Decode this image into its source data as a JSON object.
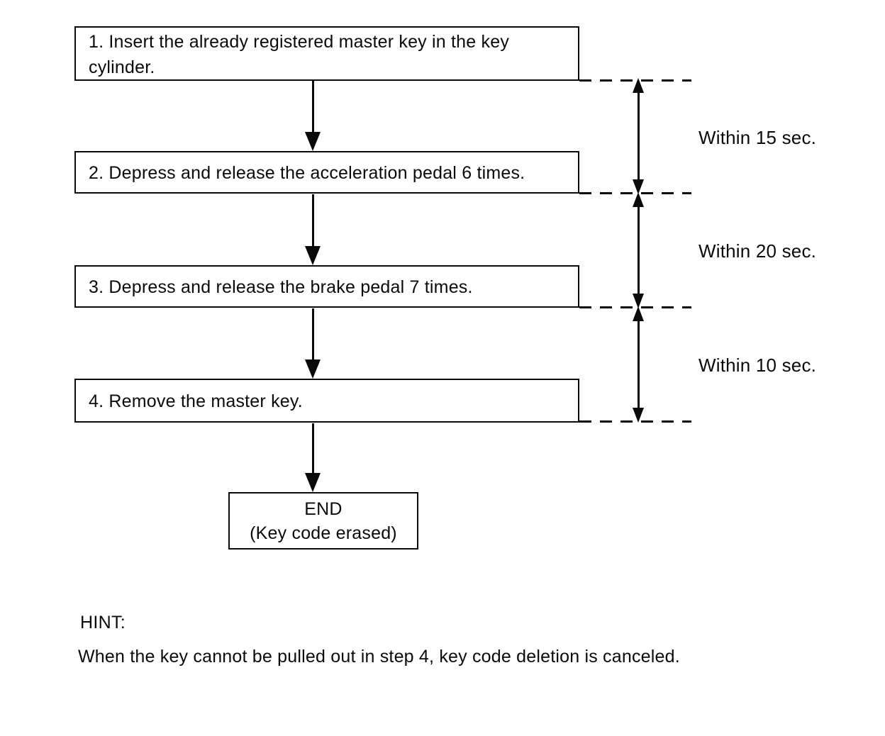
{
  "flowchart": {
    "steps": [
      {
        "label": "1. Insert the already registered master key in the key cylinder."
      },
      {
        "label": "2. Depress and release the acceleration pedal 6 times."
      },
      {
        "label": "3. Depress and release the brake pedal 7 times."
      },
      {
        "label": "4. Remove the master key."
      }
    ],
    "end": {
      "title": "END",
      "subtitle": "(Key code erased)"
    }
  },
  "timing": [
    {
      "label": "Within 15 sec."
    },
    {
      "label": "Within 20 sec."
    },
    {
      "label": "Within 10 sec."
    }
  ],
  "hint": {
    "heading": "HINT:",
    "body": "When the key cannot be pulled out in step 4, key code deletion is canceled."
  },
  "colors": {
    "ink": "#0a0a0a",
    "background": "#ffffff"
  }
}
